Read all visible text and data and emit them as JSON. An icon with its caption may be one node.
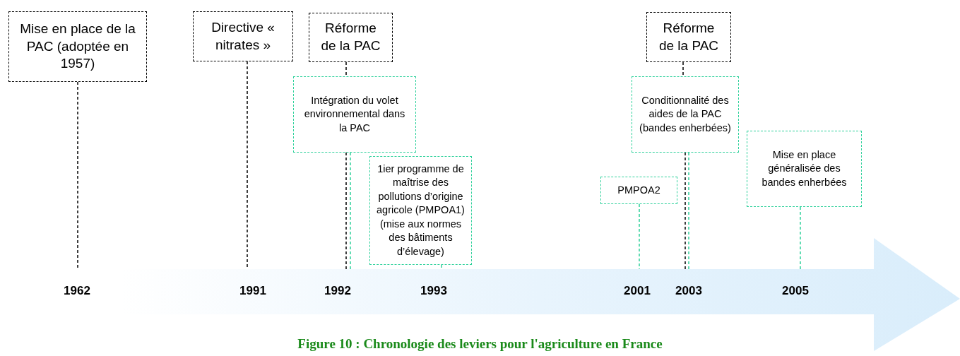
{
  "diagram": {
    "caption": "Figure 10 : Chronologie des leviers pour l'agriculture en France",
    "nodes": [
      {
        "text": [
          "Mise en place de la PAC (adoptée en 1957)"
        ]
      },
      {
        "text": [
          "Directive « nitrates »"
        ]
      },
      {
        "text": [
          "Réforme de la PAC"
        ]
      },
      {
        "text": [
          "Intégration du volet environnemental dans la PAC"
        ]
      },
      {
        "text": [
          "1ier programme de maîtrise des pollutions d’origine agricole (PMPOA1) (mise aux normes des bâtiments d’élevage)"
        ]
      },
      {
        "text": [
          "Réforme de la PAC"
        ]
      },
      {
        "text": [
          "Conditionnalité des aides de la PAC (bandes enherbées)"
        ]
      },
      {
        "text": [
          "PMPOA2"
        ]
      },
      {
        "text": [
          "Mise en place généralisée des bandes enherbées"
        ]
      },
      {
        "text": [],
        "shape": "arrow"
      }
    ],
    "edges": [
      {
        "from": 0,
        "to": 9,
        "arrow": "none",
        "style": "dashed"
      },
      {
        "from": 1,
        "to": 9,
        "arrow": "none",
        "style": "dashed"
      },
      {
        "from": 2,
        "to": 3,
        "arrow": "none",
        "style": "dashed"
      },
      {
        "from": 3,
        "to": 9,
        "arrow": "none",
        "style": "dashed"
      },
      {
        "from": 3,
        "to": 9,
        "arrow": "none",
        "style": "dashed",
        "color": "#2ed19b"
      },
      {
        "from": 4,
        "to": 9,
        "arrow": "none",
        "style": "dashed",
        "color": "#2ed19b"
      },
      {
        "from": 5,
        "to": 6,
        "arrow": "none",
        "style": "dashed"
      },
      {
        "from": 6,
        "to": 9,
        "arrow": "none",
        "style": "dashed"
      },
      {
        "from": 6,
        "to": 9,
        "arrow": "none",
        "style": "dashed",
        "color": "#2ed19b"
      },
      {
        "from": 7,
        "to": 9,
        "arrow": "none",
        "style": "dashed",
        "color": "#2ed19b"
      },
      {
        "from": 8,
        "to": 9,
        "arrow": "none",
        "style": "dashed",
        "color": "#2ed19b"
      }
    ],
    "labels": [
      "1962",
      "1991",
      "1992",
      "1993",
      "2001",
      "2003",
      "2005"
    ]
  }
}
